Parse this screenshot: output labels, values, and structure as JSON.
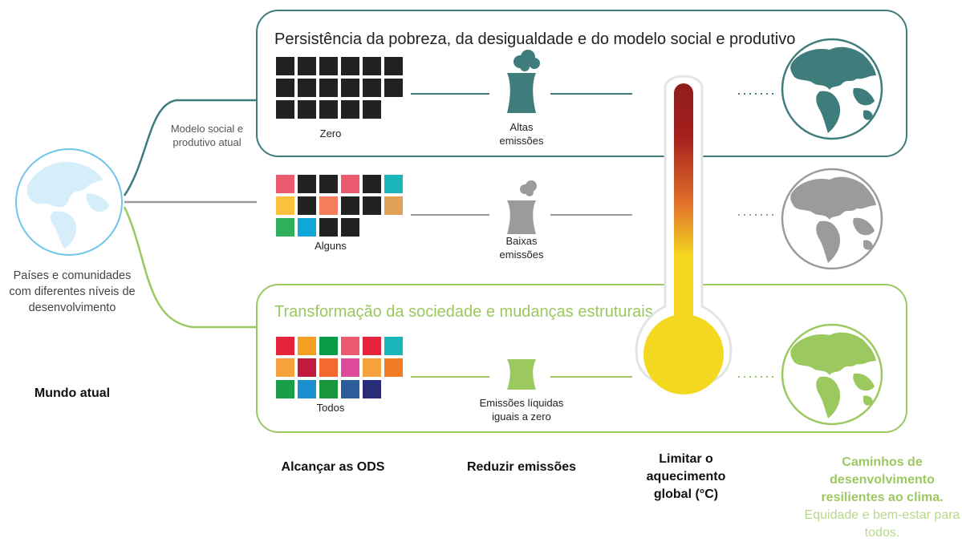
{
  "current_world": {
    "label": "Mundo atual",
    "description": "Países e comunidades com diferentes níveis de desenvolvimento",
    "branch_note": "Modelo social e produtivo atual"
  },
  "rows": [
    {
      "title": "Persistência da pobreza, da desigualdade e do modelo social e produtivo",
      "sdg_label": "Zero",
      "emission_label": "Altas emissões",
      "color": "#3f7c7c",
      "tiles": [
        "#222",
        "#222",
        "#222",
        "#222",
        "#222",
        "#222",
        "#222",
        "#222",
        "#222",
        "#222",
        "#222",
        "#222",
        "#222",
        "#222",
        "#222",
        "#222",
        "#222"
      ]
    },
    {
      "title": "",
      "sdg_label": "Alguns",
      "emission_label": "Baixas emissões",
      "color": "#9b9b9b",
      "tiles": [
        "#eb5a6e",
        "#222",
        "#222",
        "#eb5a6e",
        "#222",
        "#19b5b9",
        "#fcc13c",
        "#222",
        "#f47d5e",
        "#222",
        "#222",
        "#e0a055",
        "#2fae5c",
        "#11a6d8",
        "#222",
        "#222"
      ]
    },
    {
      "title": "Transformação da sociedade e mudanças estruturais",
      "sdg_label": "Todos",
      "emission_label": "Emissões líquidas iguais a zero",
      "color": "#9cc860",
      "tiles": [
        "#e5243b",
        "#f4a020",
        "#0a9b47",
        "#eb5a6e",
        "#e5243b",
        "#19b5b9",
        "#f6a23c",
        "#c11a3f",
        "#f26a2e",
        "#e04a9a",
        "#f6a23c",
        "#f27c23",
        "#1a9f49",
        "#1c8fd0",
        "#18963e",
        "#2b5d9c",
        "#2a2b7a"
      ]
    }
  ],
  "bottom_labels": {
    "sdg": "Alcançar as ODS",
    "emissions": "Reduzir emissões",
    "warming": "Limitar o aquecimento global (°C)",
    "pathways_bold": "Caminhos de desenvolvimento resilientes ao clima.",
    "pathways_light": "Equidade e bem-estar para todos."
  },
  "colors": {
    "teal": "#3f7c7c",
    "gray": "#9b9b9b",
    "green": "#9cc860",
    "globe_current": "#6fc5ec",
    "thermo_hot": "#8f1d1a",
    "thermo_cold": "#f4d81f"
  }
}
